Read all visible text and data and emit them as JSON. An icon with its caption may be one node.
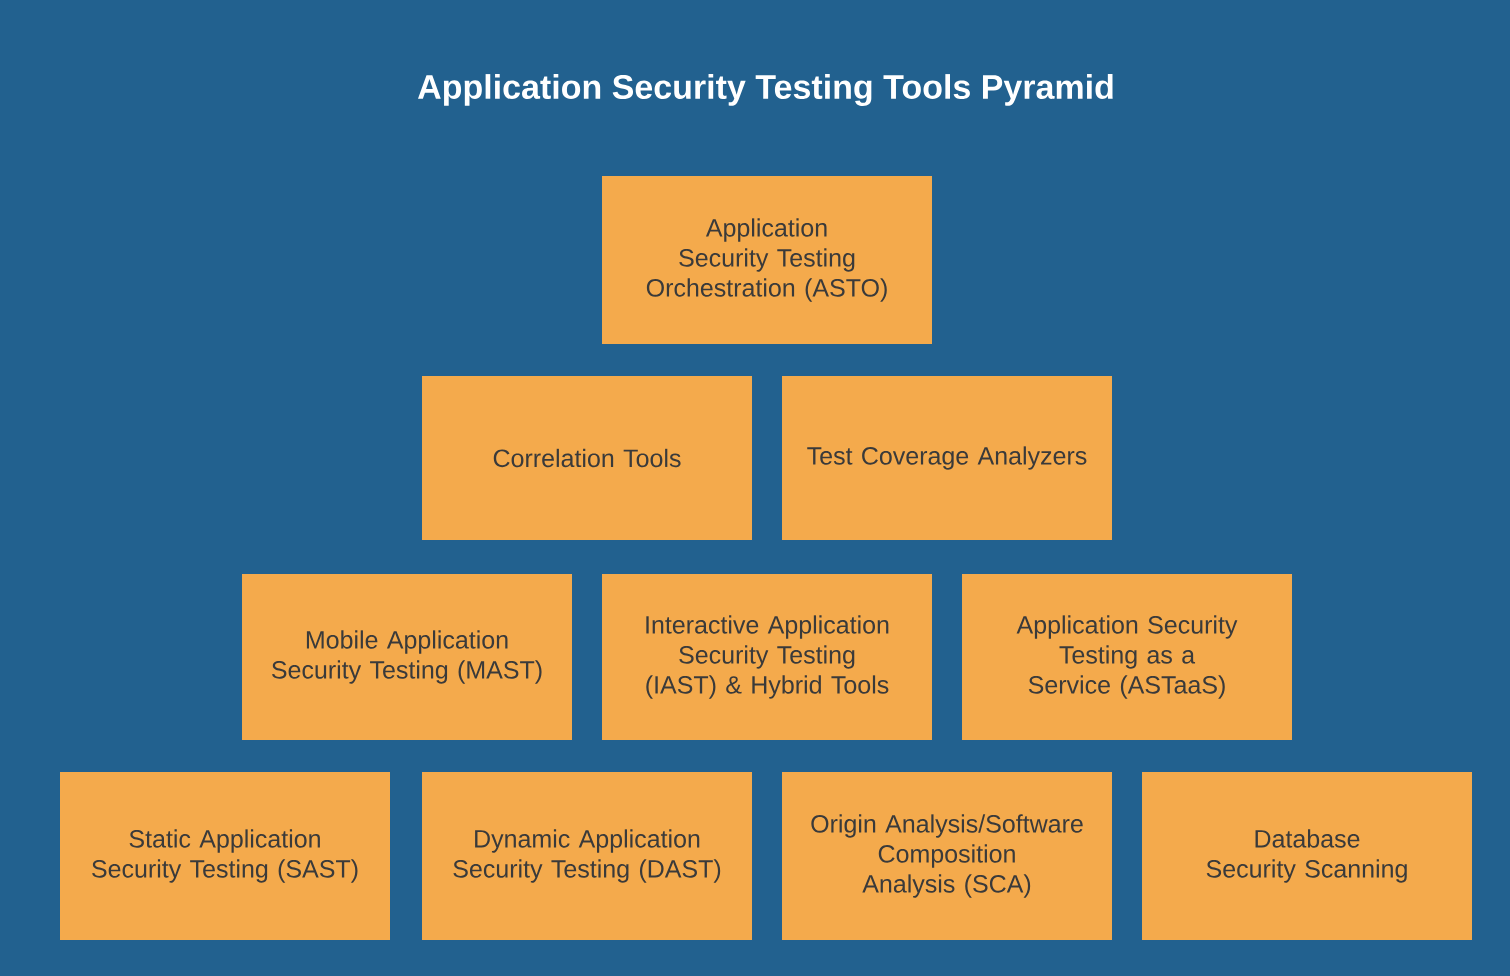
{
  "diagram": {
    "title": "Application Security Testing Tools Pyramid",
    "nodes": [
      {
        "text": [
          "Application Security Testing Orchestration (ASTO)"
        ]
      },
      {
        "text": [
          "Correlation Tools"
        ]
      },
      {
        "text": [
          "Test Coverage Analyzers"
        ]
      },
      {
        "text": [
          "Mobile Application Security Testing (MAST)"
        ]
      },
      {
        "text": [
          "Interactive Application Security Testing (IAST) & Hybrid Tools"
        ]
      },
      {
        "text": [
          "Application Security Testing as a Service (ASTaaS)"
        ]
      },
      {
        "text": [
          "Static Application Security Testing (SAST)"
        ]
      },
      {
        "text": [
          "Dynamic Application Security Testing (DAST)"
        ]
      },
      {
        "text": [
          "Origin Analysis/Software Composition Analysis (SCA)"
        ]
      },
      {
        "text": [
          "Database Security Scanning"
        ]
      }
    ]
  }
}
